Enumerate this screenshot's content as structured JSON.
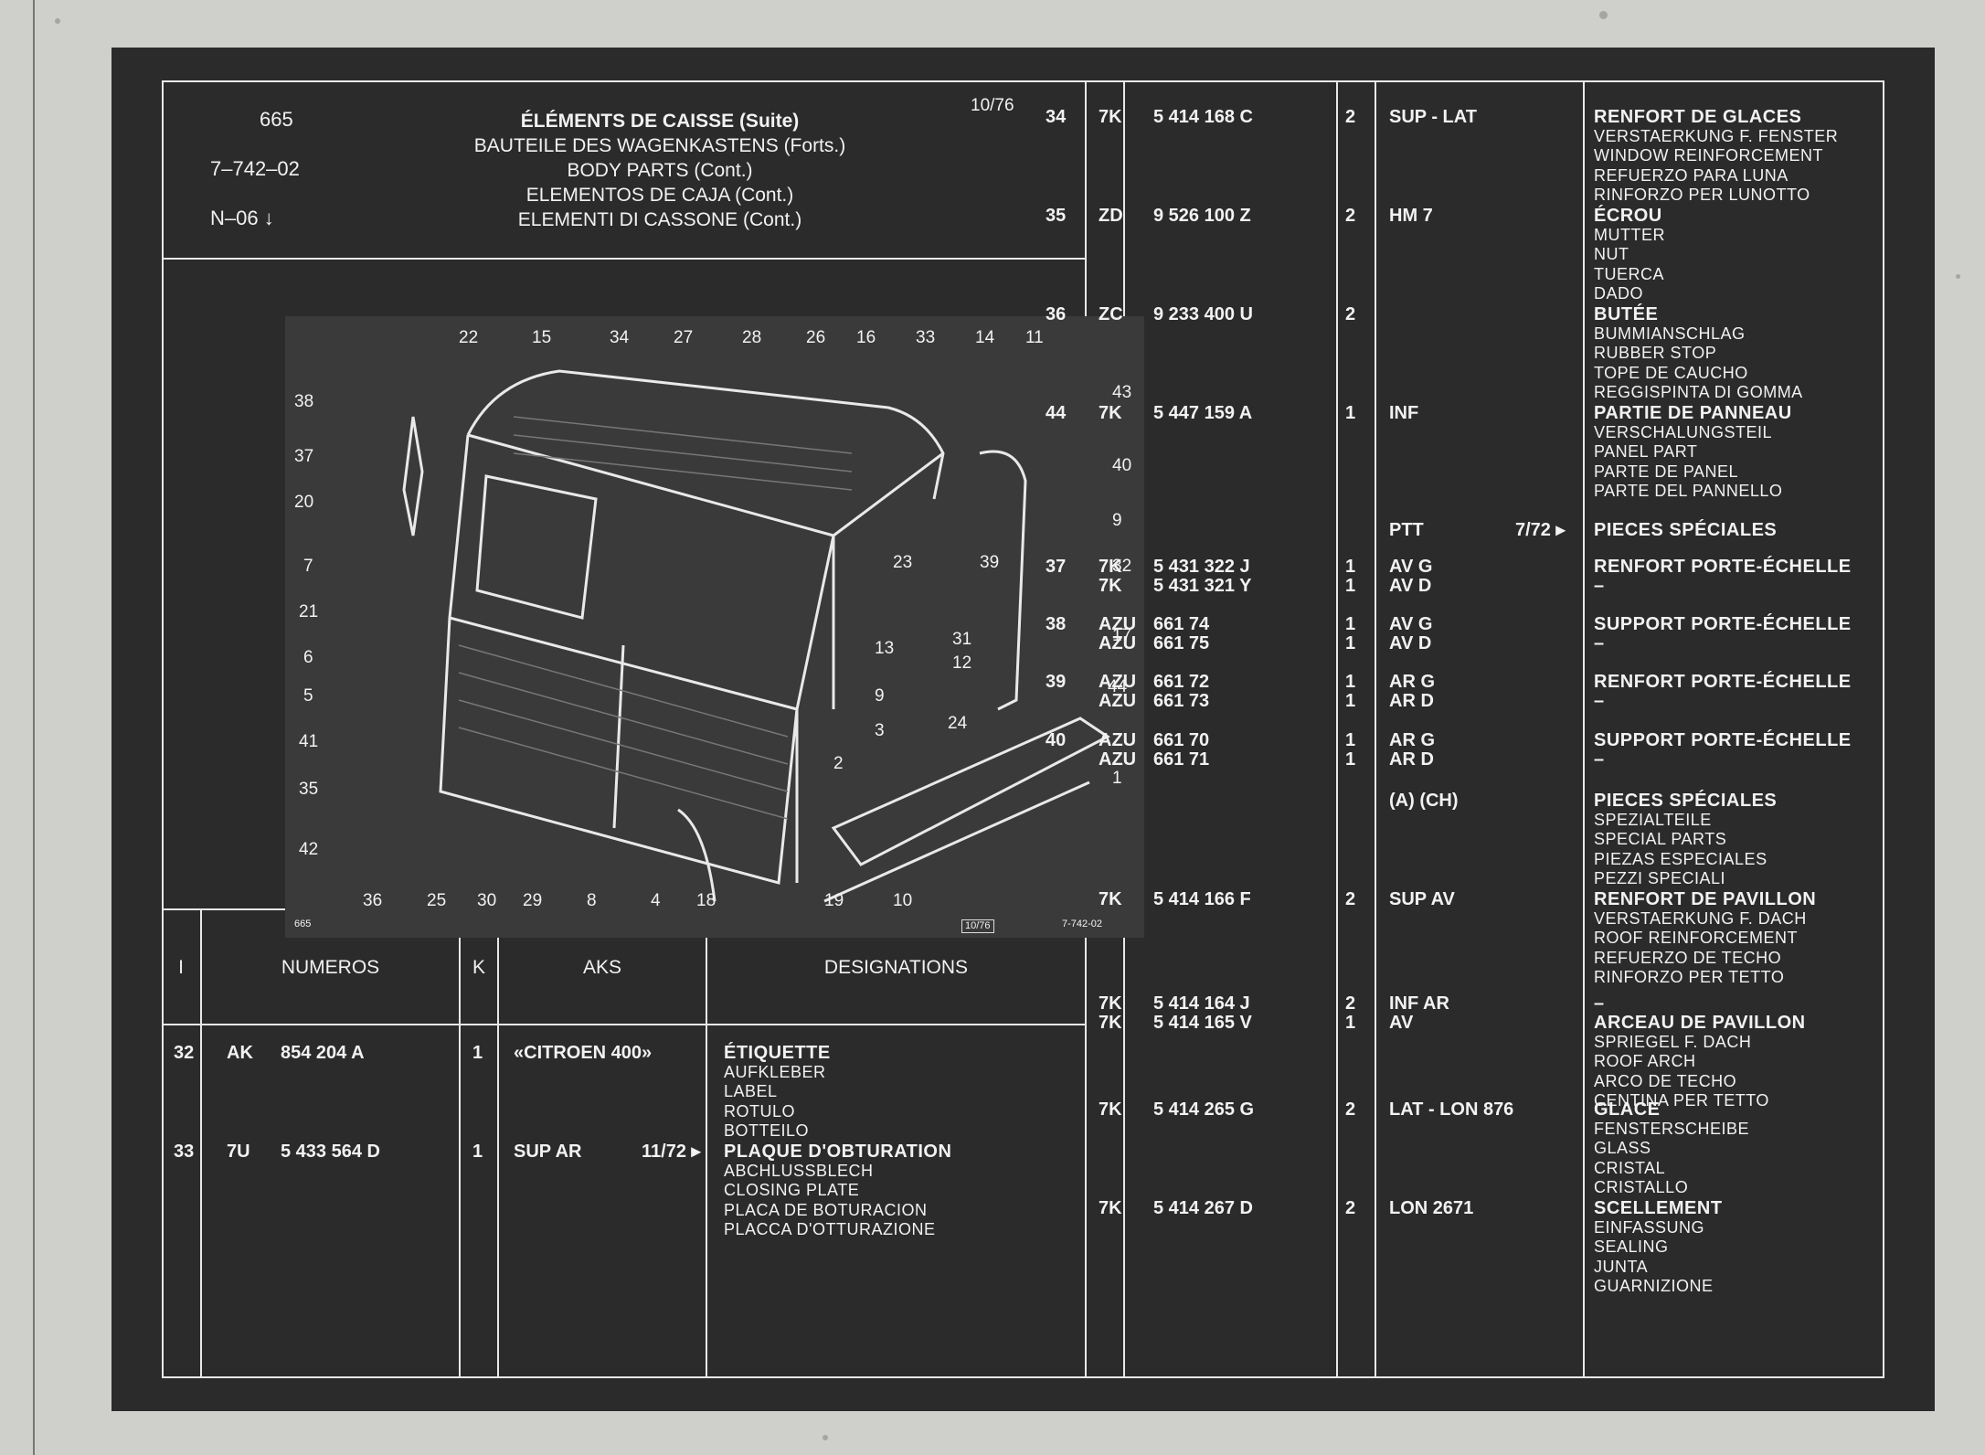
{
  "header": {
    "page_number": "665",
    "ref": "7–742–02",
    "sub": "N–06",
    "date": "10/76",
    "titles": [
      "ÉLÉMENTS DE CAISSE (Suite)",
      "BAUTEILE DES WAGENKASTENS (Forts.)",
      "BODY PARTS (Cont.)",
      "ELEMENTOS DE CAJA (Cont.)",
      "ELEMENTI DI CASSONE (Cont.)"
    ]
  },
  "drawing": {
    "footer_left": "665",
    "footer_mid": "10/76",
    "footer_right": "7-742-02",
    "callouts": [
      "22",
      "15",
      "34",
      "27",
      "28",
      "26",
      "16",
      "33",
      "14",
      "11",
      "38",
      "43",
      "37",
      "40",
      "20",
      "9",
      "23",
      "39",
      "32",
      "7",
      "21",
      "13",
      "31",
      "12",
      "17",
      "6",
      "44",
      "5",
      "9",
      "41",
      "3",
      "24",
      "2",
      "35",
      "1",
      "42",
      "36",
      "25",
      "30",
      "29",
      "8",
      "4",
      "18",
      "19",
      "10"
    ]
  },
  "table_head": {
    "i": "I",
    "numeros": "NUMEROS",
    "k": "K",
    "aks": "AKS",
    "designations": "DESIGNATIONS"
  },
  "left_rows": [
    {
      "i": "32",
      "pre": "AK",
      "num": "854 204 A",
      "k": "1",
      "aks": "«CITROEN 400»",
      "note": "",
      "des": [
        "ÉTIQUETTE",
        "AUFKLEBER",
        "LABEL",
        "ROTULO",
        "BOTTEILO"
      ]
    },
    {
      "i": "33",
      "pre": "7U",
      "num": "5 433 564 D",
      "k": "1",
      "aks": "SUP AR",
      "note": "11/72 ▸",
      "des": [
        "PLAQUE D'OBTURATION",
        "ABCHLUSSBLECH",
        "CLOSING PLATE",
        "PLACA DE BOTURACION",
        "PLACCA D'OTTURAZIONE"
      ]
    }
  ],
  "right_rows": [
    {
      "i": "34",
      "pre": "7K",
      "num": "5 414 168 C",
      "k": "2",
      "aks": "SUP - LAT",
      "note": "",
      "des": [
        "RENFORT DE GLACES",
        "VERSTAERKUNG F. FENSTER",
        "WINDOW REINFORCEMENT",
        "REFUERZO PARA LUNA",
        "RINFORZO PER LUNOTTO"
      ]
    },
    {
      "i": "35",
      "pre": "ZD",
      "num": "9 526 100 Z",
      "k": "2",
      "aks": "HM 7",
      "note": "",
      "des": [
        "ÉCROU",
        "MUTTER",
        "NUT",
        "TUERCA",
        "DADO"
      ]
    },
    {
      "i": "36",
      "pre": "ZC",
      "num": "9 233 400 U",
      "k": "2",
      "aks": "",
      "note": "",
      "des": [
        "BUTÉE",
        "BUMMIANSCHLAG",
        "RUBBER STOP",
        "TOPE DE CAUCHO",
        "REGGISPINTA DI GOMMA"
      ]
    },
    {
      "i": "44",
      "pre": "7K",
      "num": "5 447 159 A",
      "k": "1",
      "aks": "INF",
      "note": "",
      "des": [
        "PARTIE DE PANNEAU",
        "VERSCHALUNGSTEIL",
        "PANEL PART",
        "PARTE DE PANEL",
        "PARTE DEL PANNELLO"
      ]
    },
    {
      "i": "",
      "pre": "",
      "num": "",
      "k": "",
      "aks": "PTT",
      "note": "7/72 ▸",
      "des": [
        "PIECES SPÉCIALES"
      ]
    },
    {
      "i": "37",
      "pre": "7K",
      "num": "5 431 322 J",
      "k": "1",
      "aks": "AV G",
      "note": "",
      "des": [
        "RENFORT PORTE-ÉCHELLE"
      ]
    },
    {
      "i": "",
      "pre": "7K",
      "num": "5 431 321 Y",
      "k": "1",
      "aks": "AV D",
      "note": "",
      "des": [
        "–"
      ]
    },
    {
      "i": "38",
      "pre": "AZU",
      "num": "661 74",
      "k": "1",
      "aks": "AV G",
      "note": "",
      "des": [
        "SUPPORT PORTE-ÉCHELLE"
      ]
    },
    {
      "i": "",
      "pre": "AZU",
      "num": "661 75",
      "k": "1",
      "aks": "AV D",
      "note": "",
      "des": [
        "–"
      ]
    },
    {
      "i": "39",
      "pre": "AZU",
      "num": "661 72",
      "k": "1",
      "aks": "AR G",
      "note": "",
      "des": [
        "RENFORT PORTE-ÉCHELLE"
      ]
    },
    {
      "i": "",
      "pre": "AZU",
      "num": "661 73",
      "k": "1",
      "aks": "AR D",
      "note": "",
      "des": [
        "–"
      ]
    },
    {
      "i": "40",
      "pre": "AZU",
      "num": "661 70",
      "k": "1",
      "aks": "AR G",
      "note": "",
      "des": [
        "SUPPORT PORTE-ÉCHELLE"
      ]
    },
    {
      "i": "",
      "pre": "AZU",
      "num": "661 71",
      "k": "1",
      "aks": "AR D",
      "note": "",
      "des": [
        "–"
      ]
    },
    {
      "i": "",
      "pre": "",
      "num": "",
      "k": "",
      "aks": "(A)  (CH)",
      "note": "",
      "des": [
        "PIECES SPÉCIALES",
        "SPEZIALTEILE",
        "SPECIAL PARTS",
        "PIEZAS ESPECIALES",
        "PEZZI SPECIALI"
      ]
    },
    {
      "i": "",
      "pre": "7K",
      "num": "5 414 166 F",
      "k": "2",
      "aks": "SUP AV",
      "note": "",
      "des": [
        "RENFORT DE PAVILLON",
        "VERSTAERKUNG F. DACH",
        "ROOF REINFORCEMENT",
        "REFUERZO DE TECHO",
        "RINFORZO PER TETTO"
      ]
    },
    {
      "i": "",
      "pre": "7K",
      "num": "5 414 164 J",
      "k": "2",
      "aks": "INF AR",
      "note": "",
      "des": [
        "–"
      ]
    },
    {
      "i": "",
      "pre": "7K",
      "num": "5 414 165 V",
      "k": "1",
      "aks": "AV",
      "note": "",
      "des": [
        "ARCEAU DE PAVILLON",
        "SPRIEGEL F. DACH",
        "ROOF ARCH",
        "ARCO DE TECHO",
        "CENTINA PER TETTO"
      ]
    },
    {
      "i": "",
      "pre": "7K",
      "num": "5 414 265 G",
      "k": "2",
      "aks": "LAT - LON 876",
      "note": "",
      "des": [
        "GLACE",
        "FENSTERSCHEIBE",
        "GLASS",
        "CRISTAL",
        "CRISTALLO"
      ]
    },
    {
      "i": "",
      "pre": "7K",
      "num": "5 414 267 D",
      "k": "2",
      "aks": "LON 2671",
      "note": "",
      "des": [
        "SCELLEMENT",
        "EINFASSUNG",
        "SEALING",
        "JUNTA",
        "GUARNIZIONE"
      ]
    }
  ]
}
